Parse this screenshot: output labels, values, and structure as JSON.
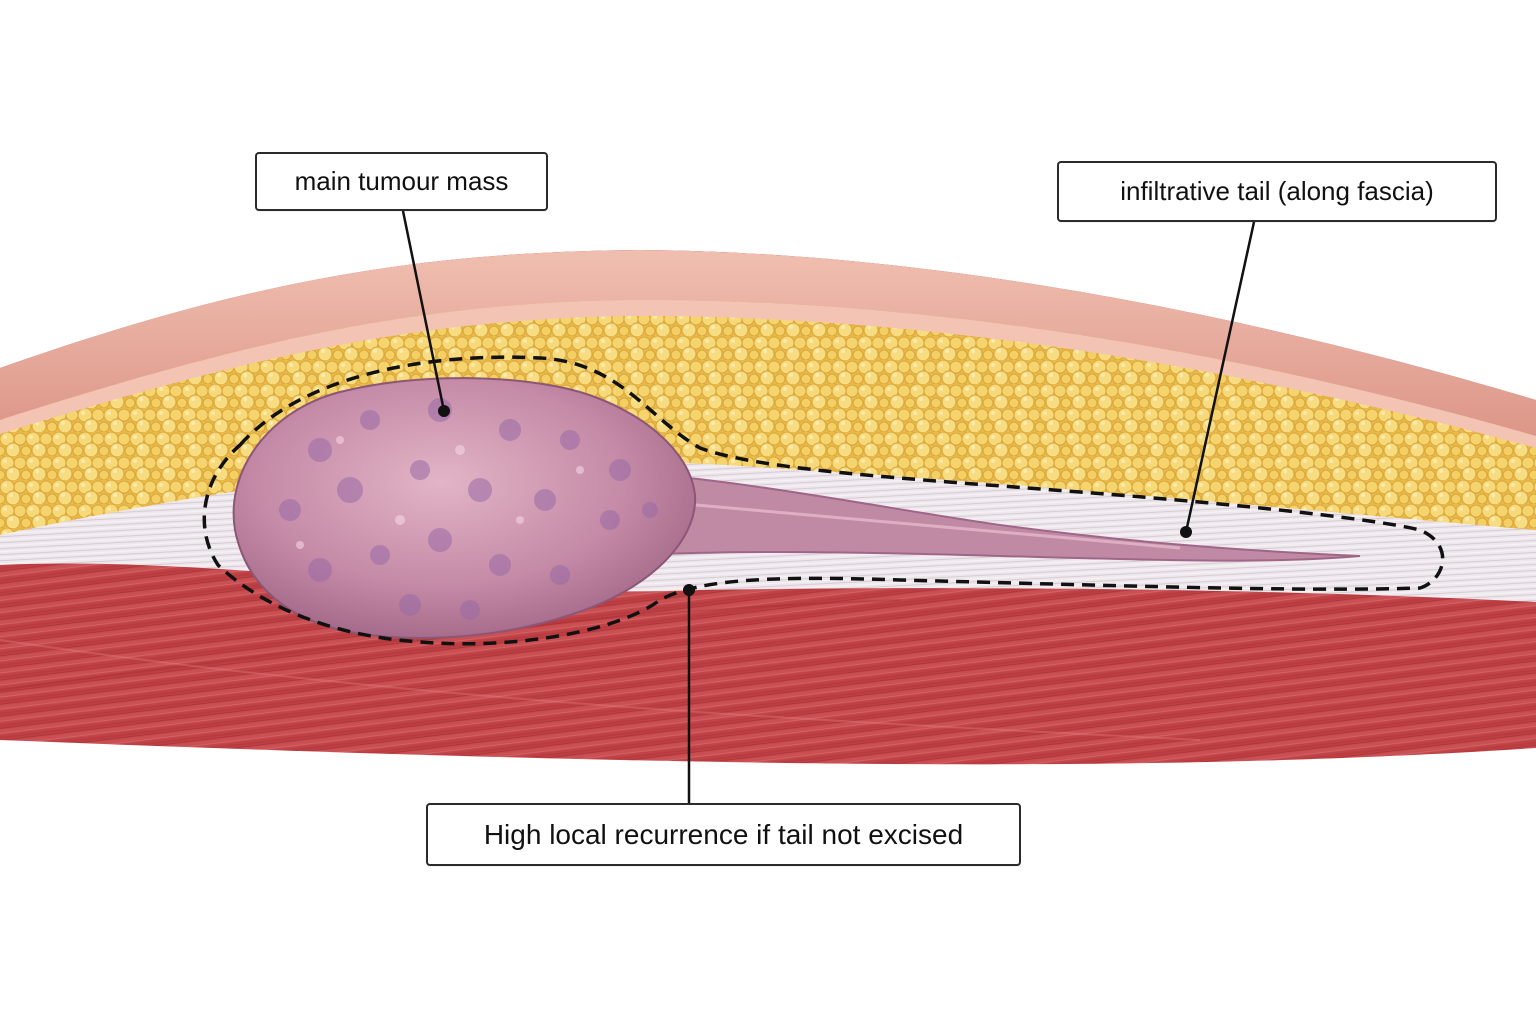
{
  "labels": {
    "main_mass": "main tumour mass",
    "tail": "infiltrative tail (along fascia)",
    "recurrence": "High local recurrence if tail not excised"
  },
  "colors": {
    "skin": "#e8a898",
    "fat": "#f2cf6a",
    "fascia": "#ece6ea",
    "muscle": "#c8484c",
    "tumour": "#c48aa6",
    "margin_line": "#111111"
  }
}
